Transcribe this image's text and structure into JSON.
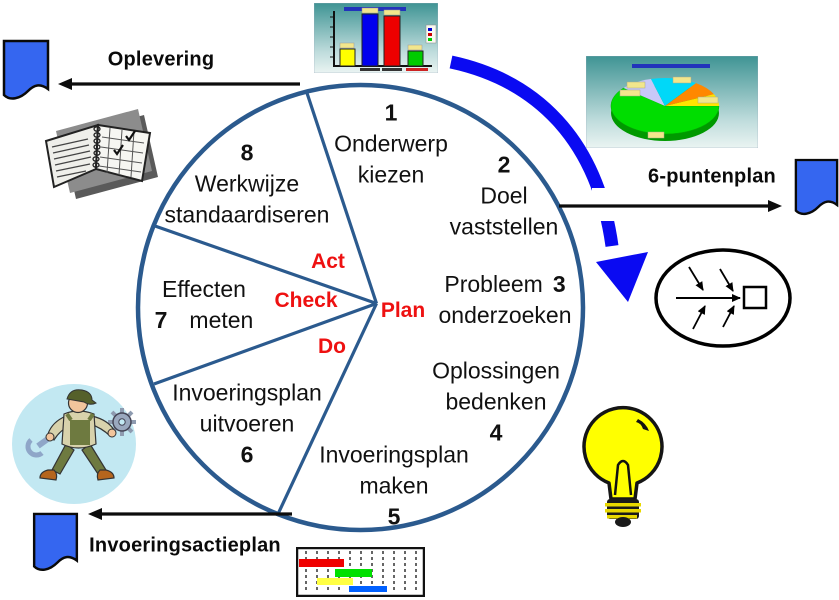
{
  "cycle": {
    "pdca_labels": {
      "plan": "Plan",
      "do": "Do",
      "check": "Check",
      "act": "Act"
    },
    "segments": [
      {
        "num": "1",
        "lines": [
          "Onderwerp",
          "kiezen"
        ]
      },
      {
        "num": "2",
        "lines": [
          "Doel",
          "vaststellen"
        ]
      },
      {
        "num": "3",
        "lines": [
          "Probleem",
          "onderzoeken"
        ]
      },
      {
        "num": "4",
        "lines": [
          "Oplossingen",
          "bedenken"
        ]
      },
      {
        "num": "5",
        "lines": [
          "Invoeringsplan",
          "maken"
        ]
      },
      {
        "num": "6",
        "lines": [
          "Invoeringsplan",
          "uitvoeren"
        ]
      },
      {
        "num": "7",
        "lines": [
          "Effecten",
          "meten"
        ]
      },
      {
        "num": "8",
        "lines": [
          "Werkwijze",
          "standaardiseren"
        ]
      }
    ]
  },
  "annotations": {
    "oplevering": "Oplevering",
    "six_point_plan": "6-puntenplan",
    "implementation_action_plan": "Invoeringsactieplan"
  },
  "icons": {
    "document": "document-shape",
    "bar_chart": "bar-chart",
    "pie_chart": "pie-chart",
    "gantt_chart": "gantt-chart",
    "fishbone": "fishbone-diagram",
    "lightbulb": "lightbulb",
    "mechanic": "mechanic-with-wrench",
    "notebook": "checklist-notebook",
    "cycle_arrow": "clockwise-cycle-arrow"
  },
  "colors": {
    "circle_border": "#2B5A8E",
    "pdca_label": "#EE1111",
    "cycle_arrow": "#0A0AF2",
    "document_fill": "#3566F0",
    "text": "#111111"
  }
}
